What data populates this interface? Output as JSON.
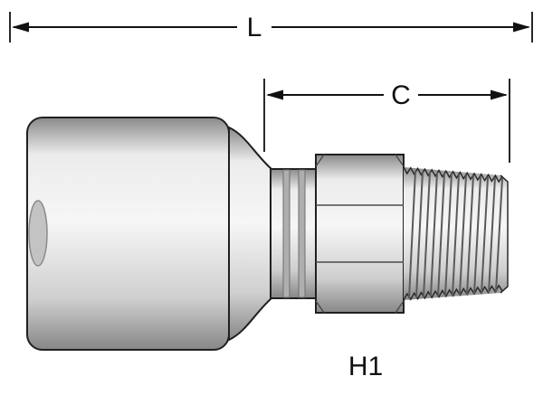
{
  "diagram": {
    "type": "technical-drawing-hose-fitting",
    "dimensions": {
      "length_label": "L",
      "cutoff_label": "C"
    },
    "part_label": "H1",
    "colors": {
      "line": "#111111",
      "metal_edge_dark": "#8a8a8a",
      "metal_light": "#ececec",
      "metal_highlight": "#f6f6f6",
      "metal_mid": "#cfcfcf",
      "metal_shadow": "#878787",
      "bore_fill": "#c3c3c3",
      "background": "#ffffff"
    }
  }
}
